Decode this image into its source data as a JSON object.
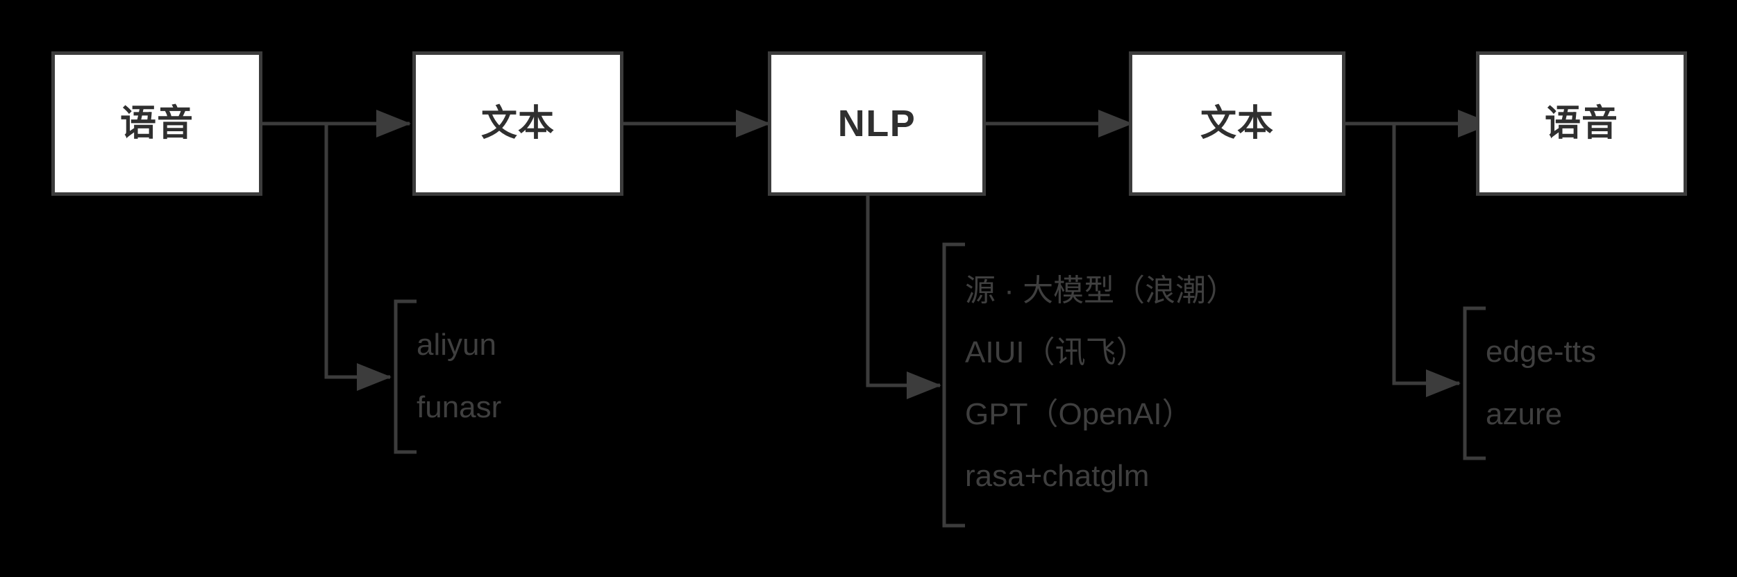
{
  "diagram": {
    "title": "voice-assistant-pipeline",
    "background_color": "#000000",
    "node_fill": "#ffffff",
    "node_border_color": "#3c3c3c",
    "node_text_color": "#2f2f2f",
    "annotation_text_color": "#3f3f3f",
    "connector_color": "#3c3c3c"
  },
  "nodes": [
    {
      "id": "speech-in",
      "label": "语音",
      "script": "cjk"
    },
    {
      "id": "text-in",
      "label": "文本",
      "script": "cjk"
    },
    {
      "id": "nlp",
      "label": "NLP",
      "script": "latin"
    },
    {
      "id": "text-out",
      "label": "文本",
      "script": "cjk"
    },
    {
      "id": "speech-out",
      "label": "语音",
      "script": "cjk"
    }
  ],
  "option_groups": [
    {
      "id": "asr-options",
      "attached_to": "text-in",
      "items": [
        {
          "label": "aliyun"
        },
        {
          "label": "funasr"
        }
      ]
    },
    {
      "id": "nlp-options",
      "attached_to": "nlp",
      "items": [
        {
          "label": "源 · 大模型（浪潮）"
        },
        {
          "label": "AIUI（讯飞）"
        },
        {
          "label": "GPT（OpenAI）"
        },
        {
          "label": "rasa+chatglm"
        }
      ]
    },
    {
      "id": "tts-options",
      "attached_to": "speech-out",
      "items": [
        {
          "label": "edge-tts"
        },
        {
          "label": "azure"
        }
      ]
    }
  ],
  "flow_arrows": [
    {
      "from": "speech-in",
      "to": "text-in"
    },
    {
      "from": "text-in",
      "to": "nlp"
    },
    {
      "from": "nlp",
      "to": "text-out"
    },
    {
      "from": "text-out",
      "to": "speech-out"
    },
    {
      "from": "speech-in",
      "to": "asr-options"
    },
    {
      "from": "nlp",
      "to": "nlp-options"
    },
    {
      "from": "text-out",
      "to": "tts-options"
    }
  ]
}
